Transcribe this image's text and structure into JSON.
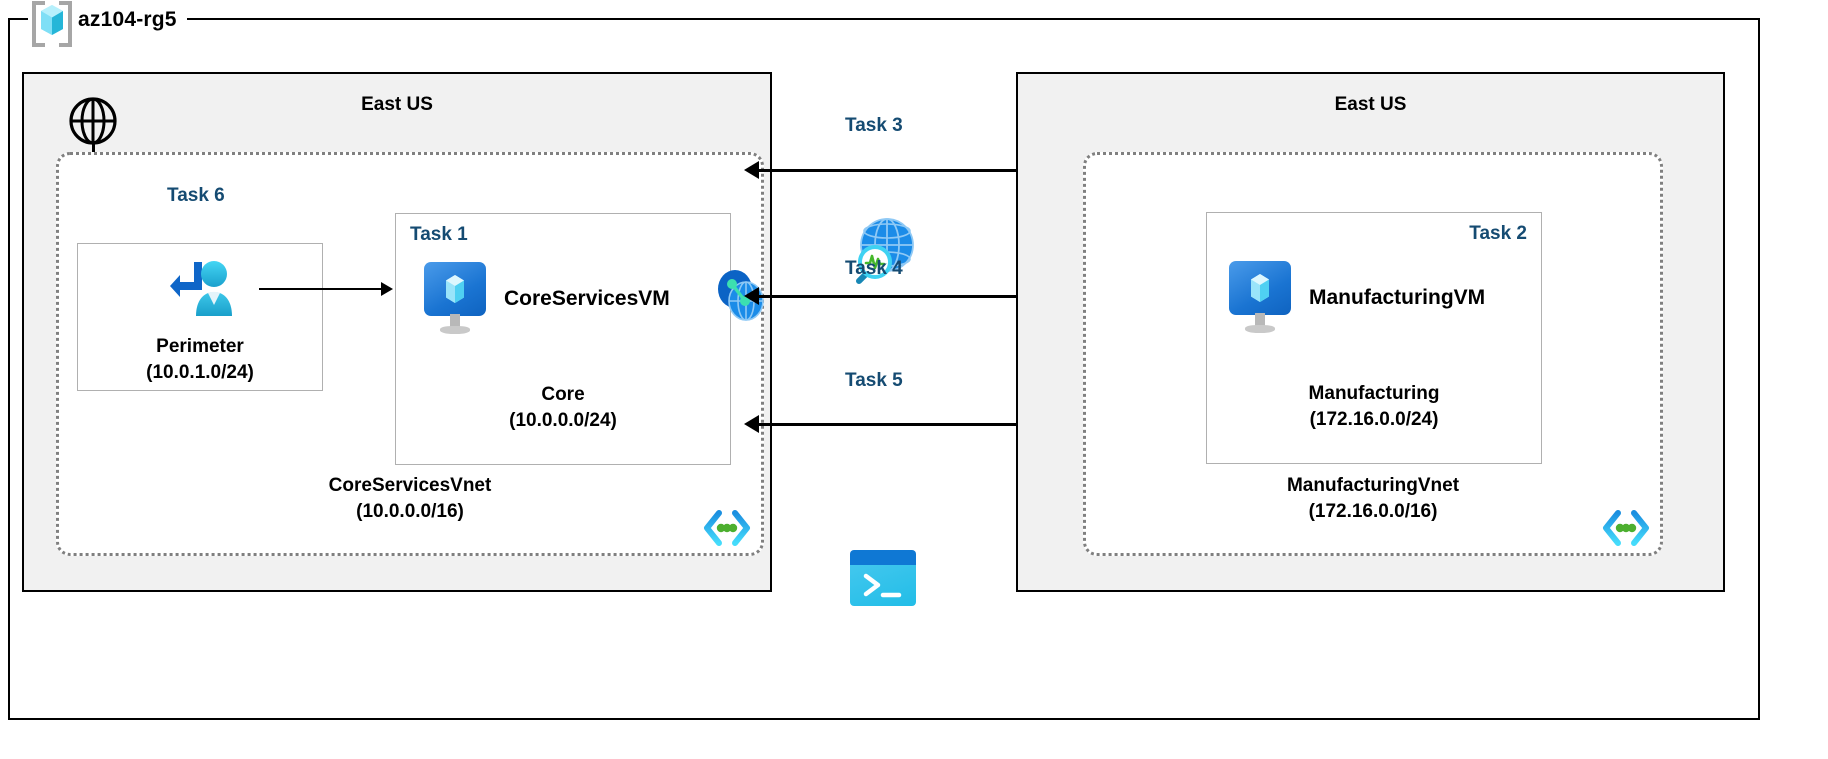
{
  "resource_group": {
    "name": "az104-rg5",
    "icon": "resource-group-cube-icon"
  },
  "regions": [
    {
      "id": "left",
      "title": "East US"
    },
    {
      "id": "right",
      "title": "East US"
    }
  ],
  "internet": {
    "icon": "internet-globe-icon"
  },
  "left_region": {
    "vnet": {
      "name": "CoreServicesVnet",
      "cidr": "(10.0.0.0/16)",
      "icon": "virtual-network-code-icon"
    },
    "subnets": [
      {
        "task": "Task 6",
        "name": "Perimeter",
        "cidr": "(10.0.1.0/24)",
        "icon": "network-security-group-user-icon"
      },
      {
        "task": "Task 1",
        "name": "Core",
        "cidr": "(10.0.0.0/24)",
        "vm_label": "CoreServicesVM",
        "icon": "virtual-machine-icon"
      }
    ],
    "peering_icon": "vnet-peering-icon"
  },
  "right_region": {
    "vnet": {
      "name": "ManufacturingVnet",
      "cidr": "(172.16.0.0/16)",
      "icon": "virtual-network-code-icon"
    },
    "subnets": [
      {
        "task": "Task 2",
        "name": "Manufacturing",
        "cidr": "(172.16.0.0/24)",
        "vm_label": "ManufacturingVM",
        "icon": "virtual-machine-icon"
      }
    ],
    "peering_icon": "vnet-peering-icon"
  },
  "center_tasks": [
    {
      "task": "Task 3",
      "icon": "network-watcher-icon"
    },
    {
      "task": "Task 4",
      "icon": "vnet-peering-icon"
    },
    {
      "task": "Task 5",
      "icon": "cloud-shell-icon"
    }
  ],
  "colors": {
    "task_label": "#154b72",
    "region_fill": "#f1f1f1",
    "vnet_border": "#808080",
    "subnet_border": "#b0b0b0",
    "azure_blue": "#0f78d4",
    "cyan": "#32c8f0",
    "green": "#5cb82c",
    "frame": "#000000"
  }
}
